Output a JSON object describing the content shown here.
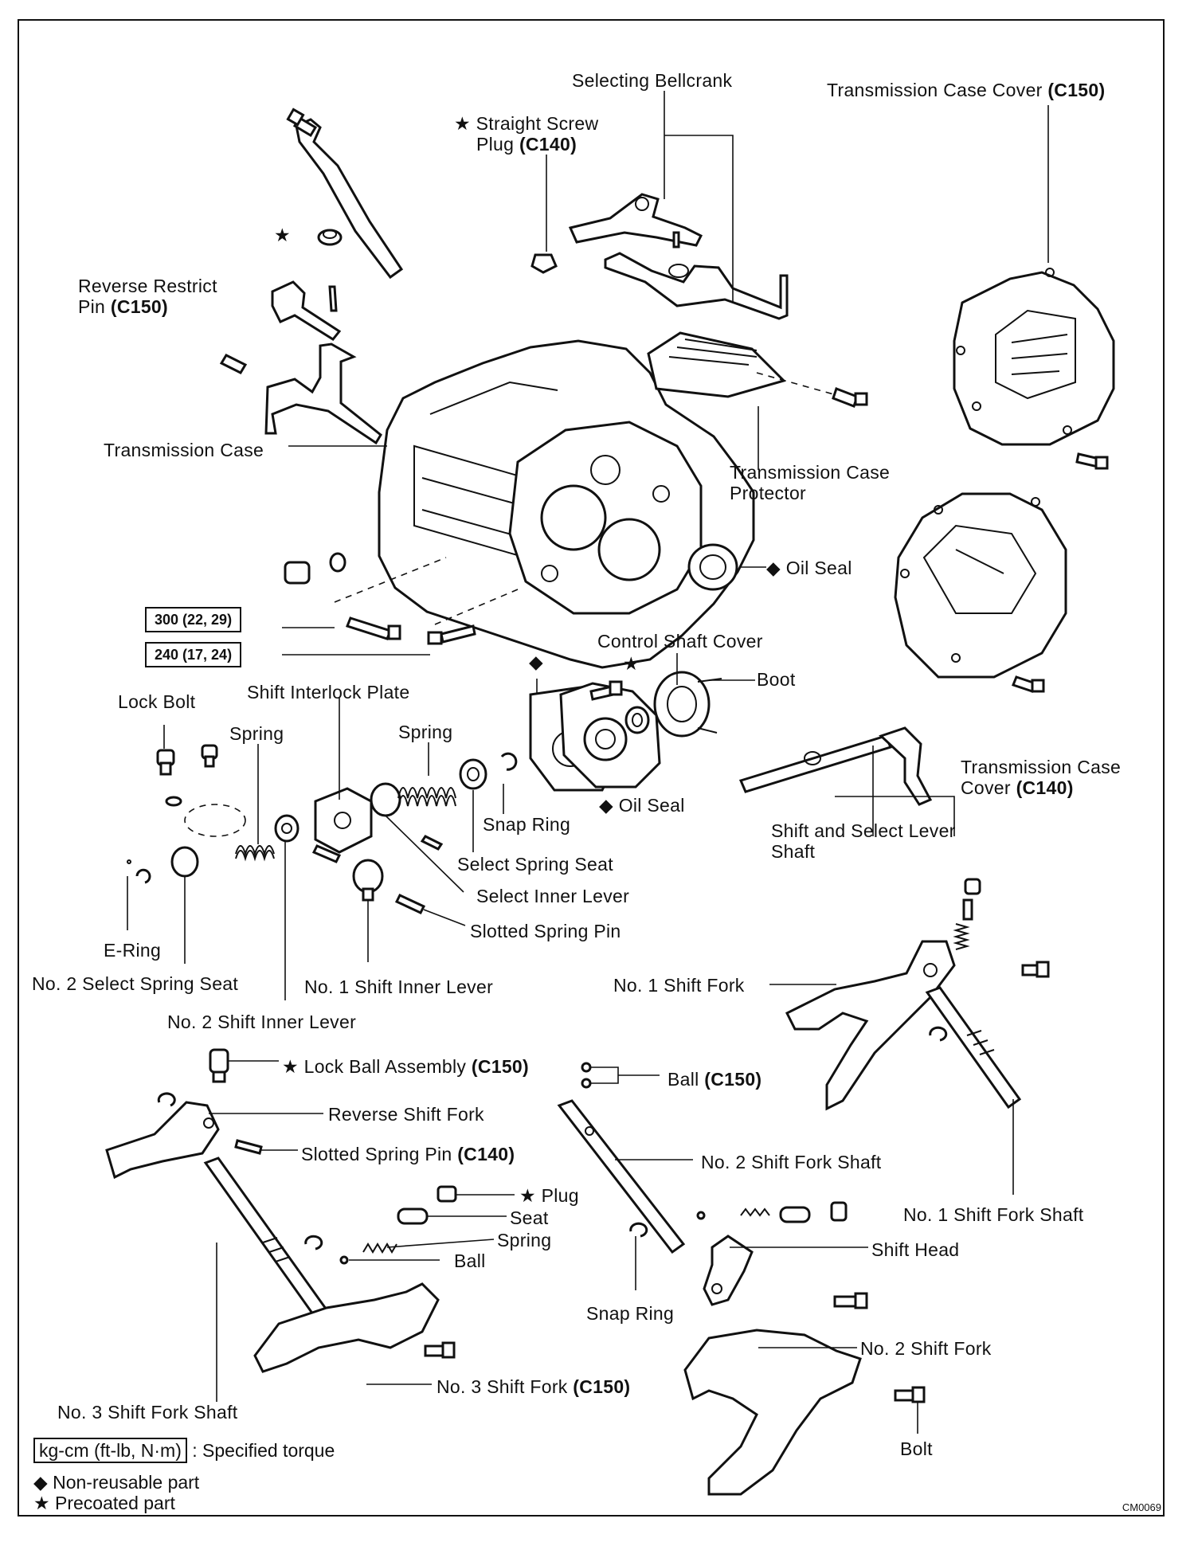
{
  "labels": {
    "selecting_bellcrank": "Selecting Bellcrank",
    "transmission_case_cover_c150": "Transmission Case Cover",
    "straight_screw_plug_line1": "Straight Screw",
    "straight_screw_plug_line2": "Plug",
    "reverse_restrict_pin_line1": "Reverse Restrict",
    "reverse_restrict_pin_line2": "Pin",
    "transmission_case": "Transmission Case",
    "transmission_case_protector_line1": "Transmission Case",
    "transmission_case_protector_line2": "Protector",
    "oil_seal_case": "Oil Seal",
    "control_shaft_cover": "Control Shaft Cover",
    "boot": "Boot",
    "lock_bolt": "Lock Bolt",
    "shift_interlock_plate": "Shift Interlock Plate",
    "spring_left": "Spring",
    "spring_right": "Spring",
    "snap_ring_upper": "Snap Ring",
    "oil_seal_cover": "Oil Seal",
    "transmission_case_cover_c140_line1": "Transmission Case",
    "transmission_case_cover_c140_line2": "Cover",
    "select_spring_seat": "Select Spring Seat",
    "select_inner_lever": "Select Inner Lever",
    "shift_select_lever_shaft_line1": "Shift and Select Lever",
    "shift_select_lever_shaft_line2": "Shaft",
    "slotted_spring_pin": "Slotted Spring Pin",
    "e_ring": "E-Ring",
    "no2_select_spring_seat": "No. 2 Select Spring Seat",
    "no1_shift_inner_lever": "No. 1 Shift Inner Lever",
    "no1_shift_fork": "No. 1 Shift Fork",
    "no2_shift_inner_lever": "No. 2 Shift Inner Lever",
    "lock_ball_assembly": "Lock Ball Assembly",
    "ball_c150": "Ball",
    "reverse_shift_fork": "Reverse Shift Fork",
    "slotted_spring_pin_c140": "Slotted Spring Pin",
    "no2_shift_fork_shaft": "No. 2 Shift Fork Shaft",
    "plug": "Plug",
    "seat": "Seat",
    "spring_lower": "Spring",
    "ball_lower": "Ball",
    "no1_shift_fork_shaft": "No. 1 Shift Fork Shaft",
    "shift_head": "Shift Head",
    "snap_ring_lower": "Snap Ring",
    "no2_shift_fork": "No. 2 Shift Fork",
    "no3_shift_fork_c150": "No. 3 Shift Fork",
    "no3_shift_fork_shaft": "No. 3 Shift Fork Shaft",
    "bolt": "Bolt"
  },
  "codes": {
    "c140": "(C140)",
    "c150": "(C150)"
  },
  "symbols": {
    "star": "★",
    "diamond": "◆"
  },
  "torque": {
    "spec1": "300 (22, 29)",
    "spec2": "240 (17, 24)"
  },
  "legend": {
    "torque_unit": "kg-cm (ft-lb, N·m)",
    "torque_desc": ": Specified torque",
    "non_reusable": "Non-reusable part",
    "precoated": "Precoated part"
  },
  "figure_code": "CM0069"
}
